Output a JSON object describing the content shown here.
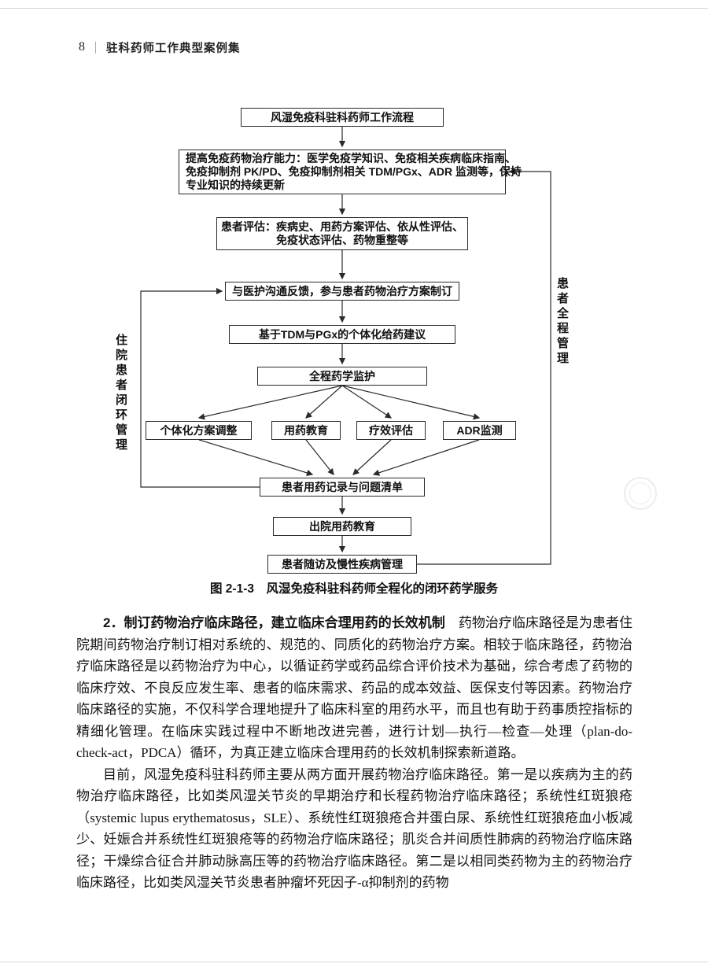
{
  "page": {
    "number": "8",
    "book_title": "驻科药师工作典型案例集"
  },
  "flowchart": {
    "title_box": "风湿免疫科驻科药师工作流程",
    "ability_box": {
      "lines": [
        "提高免疫药物治疗能力：医学免疫学知识、免疫相关疾病临床指南、",
        "免疫抑制剂 PK/PD、免疫抑制剂相关 TDM/PGx、ADR 监测等，保持",
        "专业知识的持续更新"
      ]
    },
    "assess_box": {
      "lines": [
        "患者评估：疾病史、用药方案评估、依从性评估、",
        "免疫状态评估、药物重整等"
      ]
    },
    "communicate_box": "与医护沟通反馈，参与患者药物治疗方案制订",
    "tdm_box": "基于TDM与PGx的个体化给药建议",
    "monitor_box": "全程药学监护",
    "branch_boxes": [
      "个体化方案调整",
      "用药教育",
      "疗效评估",
      "ADR监测"
    ],
    "record_box": "患者用药记录与问题清单",
    "discharge_box": "出院用药教育",
    "followup_box": "患者随访及慢性疾病管理",
    "left_label": "住院患者闭环管理",
    "right_label": "患者全程管理"
  },
  "caption": "图 2-1-3　风湿免疫科驻科药师全程化的闭环药学服务",
  "body": {
    "para1_bold": "2．制订药物治疗临床路径，建立临床合理用药的长效机制",
    "para1_text": "　药物治疗临床路径是为患者住院期间药物治疗制订相对系统的、规范的、同质化的药物治疗方案。相较于临床路径，药物治疗临床路径是以药物治疗为中心，以循证药学或药品综合评价技术为基础，综合考虑了药物的临床疗效、不良反应发生率、患者的临床需求、药品的成本效益、医保支付等因素。药物治疗临床路径的实施，不仅科学合理地提升了临床科室的用药水平，而且也有助于药事质控指标的精细化管理。在临床实践过程中不断地改进完善，进行计划—执行—检查—处理（plan-do-check-act，PDCA）循环，为真正建立临床合理用药的长效机制探索新道路。",
    "para2": "目前，风湿免疫科驻科药师主要从两方面开展药物治疗临床路径。第一是以疾病为主的药物治疗临床路径，比如类风湿关节炎的早期治疗和长程药物治疗临床路径；系统性红斑狼疮（systemic lupus erythematosus，SLE）、系统性红斑狼疮合并蛋白尿、系统性红斑狼疮血小板减少、妊娠合并系统性红斑狼疮等的药物治疗临床路径；肌炎合并间质性肺病的药物治疗临床路径；干燥综合征合并肺动脉高压等的药物治疗临床路径。第二是以相同类药物为主的药物治疗临床路径，比如类风湿关节炎患者肿瘤坏死因子-α抑制剂的药物"
  }
}
